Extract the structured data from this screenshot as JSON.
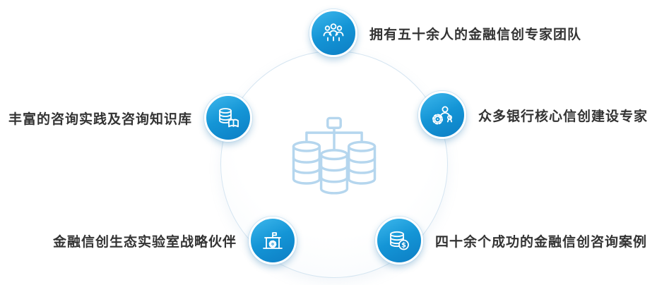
{
  "diagram": {
    "center": {
      "icon": "database-cluster-icon"
    },
    "nodes": [
      {
        "label": "拥有五十余人的金融信创专家团队",
        "icon": "team-icon",
        "position": "top",
        "label_side": "right"
      },
      {
        "label": "众多银行核心信创建设专家",
        "icon": "expert-badge-gear-icon",
        "position": "upper-right",
        "label_side": "right"
      },
      {
        "label": "丰富的咨询实践及咨询知识库",
        "icon": "database-book-icon",
        "position": "upper-left",
        "label_side": "left"
      },
      {
        "label": "金融信创生态实验室战略伙伴",
        "icon": "building-gear-icon",
        "position": "lower-left",
        "label_side": "left"
      },
      {
        "label": "四十余个成功的金融信创咨询案例",
        "icon": "coin-stack-icon",
        "position": "lower-right",
        "label_side": "right"
      }
    ],
    "colors": {
      "node_gradient_start": "#3db7ec",
      "node_gradient_end": "#0d7ec4",
      "center_icon_stroke": "#b5d6ee",
      "circle_border": "#d5e5f1",
      "label_color": "#333333"
    }
  }
}
